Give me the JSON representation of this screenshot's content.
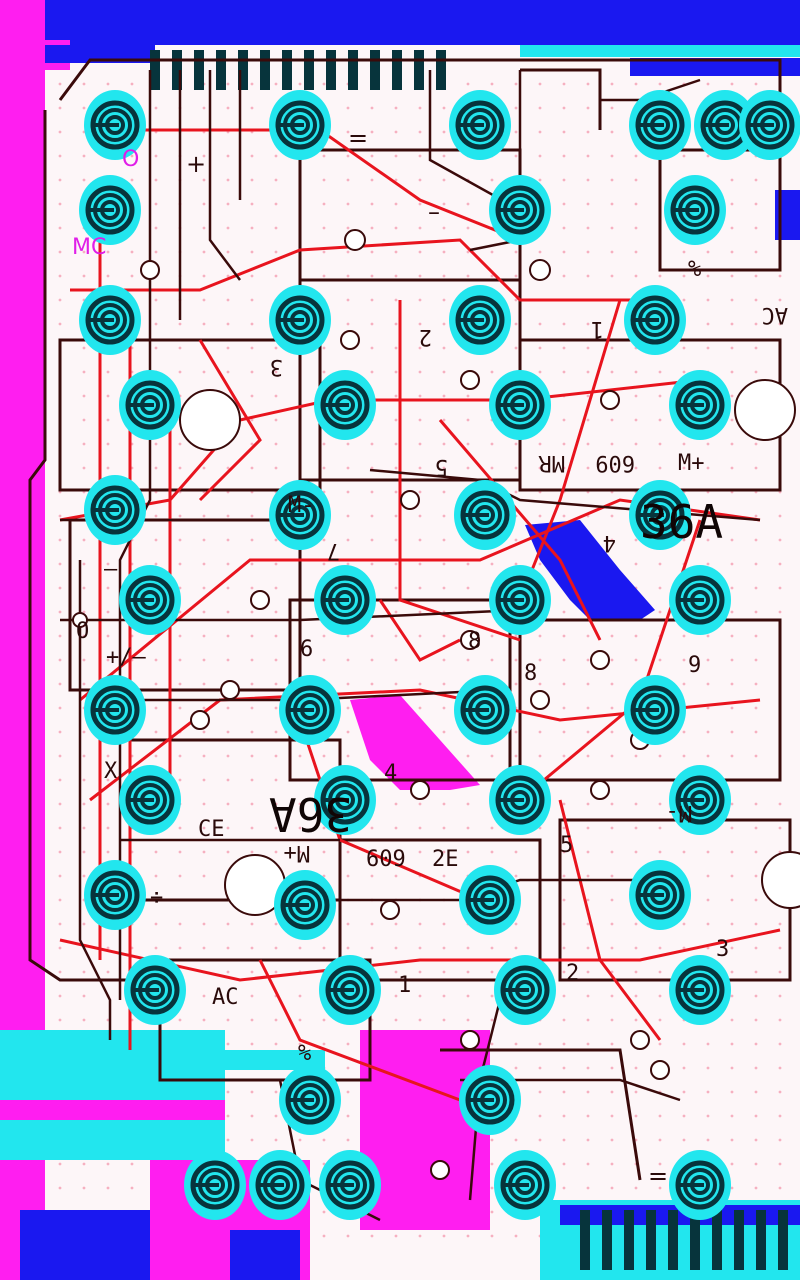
{
  "colors": {
    "background": "#ffffff",
    "magenta": "#ff1ef0",
    "blue": "#1a18f0",
    "cyan": "#22e6ee",
    "trace_red": "#e8141e",
    "trace_dark": "#3a0a0a",
    "pad_dark": "#07343c"
  },
  "board_labels": {
    "k3": "3",
    "k2_top": "2",
    "k1_top": "1",
    "ac_top_right": "AC",
    "k5": "5",
    "mr_top": "MR",
    "part_top": "609",
    "mplus_top": "M+",
    "model_top": "36A",
    "m_minus_top": "M-",
    "k4_top": "4",
    "k7": "7",
    "k6": "6",
    "k8_a": "8",
    "k8_b": "8",
    "k9": "9",
    "k4": "4",
    "model_mid": "36A",
    "ce": "CE",
    "mplus_mid": "M+",
    "part_mid": "609",
    "part_mid_b": "2E",
    "k5_mid": "5",
    "m_minus_mid": "M-",
    "k3_mid": "3",
    "k1": "1",
    "k2": "2",
    "ac_bottom": "AC",
    "percent": "%",
    "percent_top": "%",
    "equals_top": "=",
    "equals_bottom": "=",
    "plus_top": "+",
    "minus_top": "–",
    "mc": "MC",
    "o_top": "O",
    "o_left": "O",
    "minus_left": "–",
    "plus_minus": "+/–",
    "times": "X",
    "divide": "÷"
  }
}
